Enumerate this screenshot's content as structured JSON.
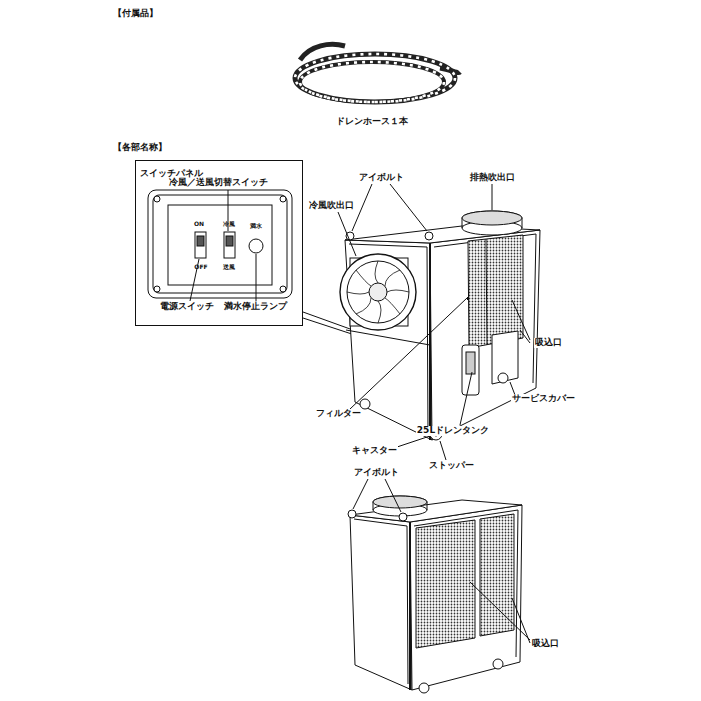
{
  "diagram": {
    "nodes": [
      {
        "text": [
          "スイッチパネル"
        ]
      }
    ],
    "labels": [
      "【付属品】",
      "ドレンホース１本",
      "【各部名称】",
      "冷風／送風切替スイッチ",
      "ON",
      "冷風",
      "満水",
      "OFF",
      "送風",
      "電源スイッチ",
      "満水停止ランプ",
      "アイボルト",
      "排熱吹出口",
      "冷風吹出口",
      "吸込口",
      "フィルター",
      "サービスカバー",
      "25Lドレンタンク",
      "キャスター",
      "ストッパー",
      "アイボルト",
      "吸込口"
    ]
  }
}
